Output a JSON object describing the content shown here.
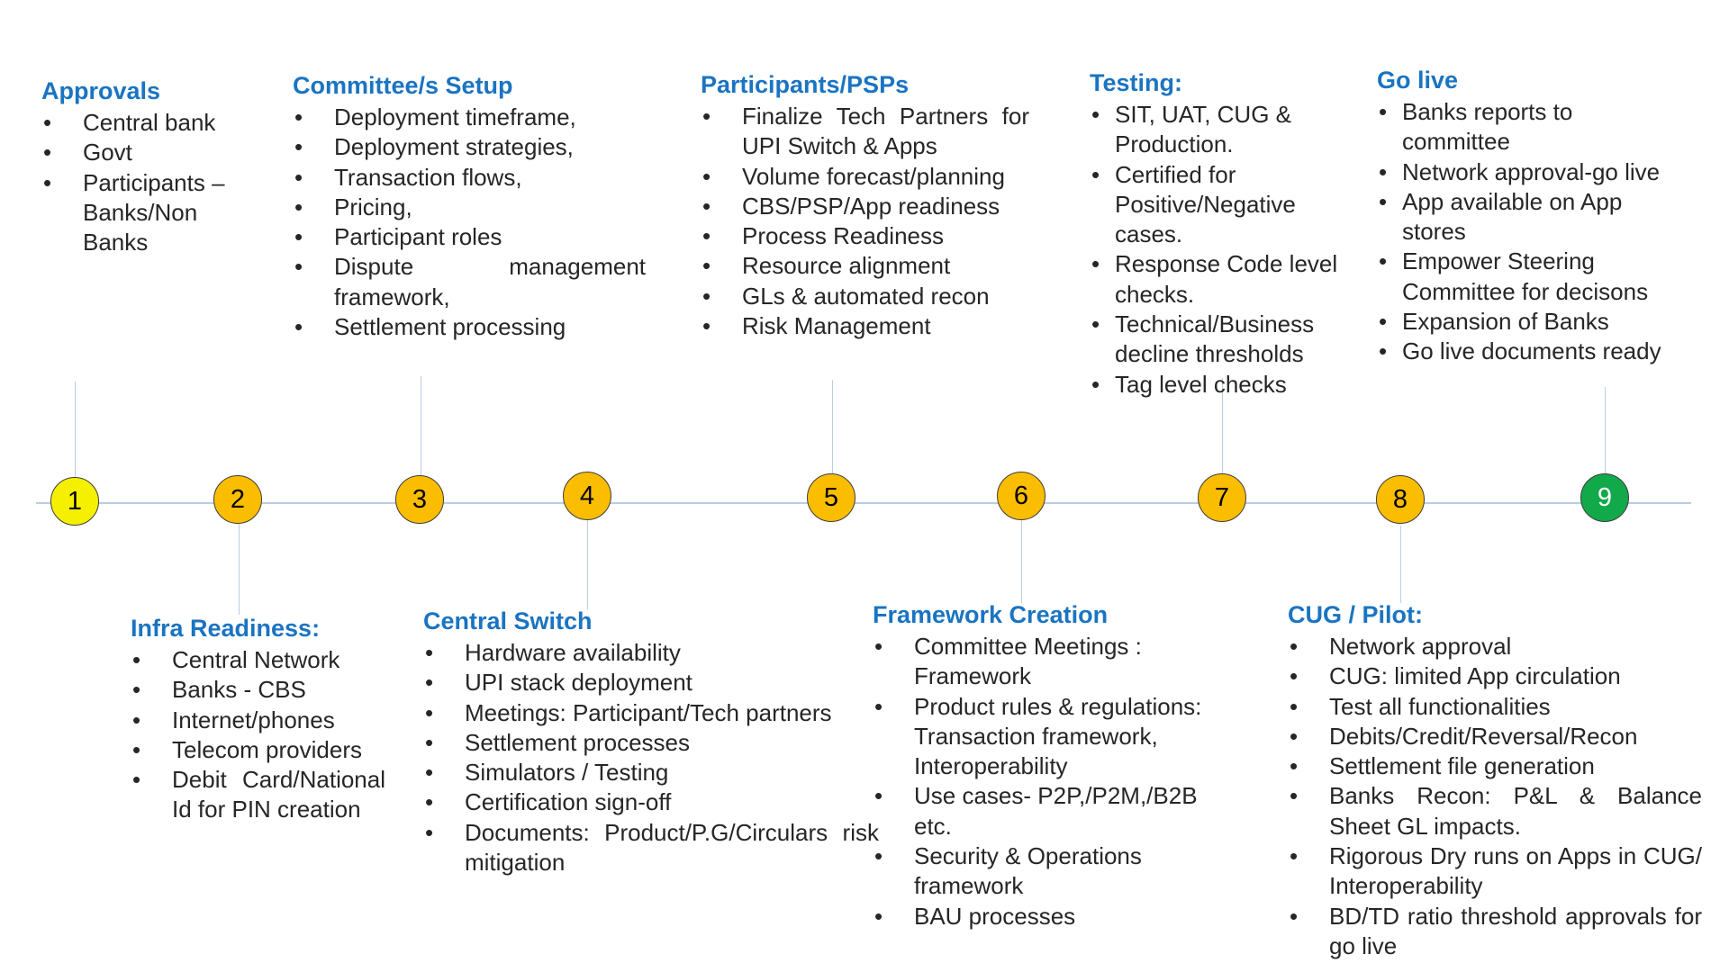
{
  "colors": {
    "heading": "#1a74c2",
    "axis": "#b9cde6",
    "node_start": "#f5f000",
    "node_default": "#fbbd00",
    "node_final": "#12a94a"
  },
  "nodes": [
    {
      "label": "1",
      "color": "#f5f000",
      "text_color": "#000000"
    },
    {
      "label": "2",
      "color": "#fbbd00",
      "text_color": "#000000"
    },
    {
      "label": "3",
      "color": "#fbbd00",
      "text_color": "#000000"
    },
    {
      "label": "4",
      "color": "#fbbd00",
      "text_color": "#000000"
    },
    {
      "label": "5",
      "color": "#fbbd00",
      "text_color": "#000000"
    },
    {
      "label": "6",
      "color": "#fbbd00",
      "text_color": "#000000"
    },
    {
      "label": "7",
      "color": "#fbbd00",
      "text_color": "#000000"
    },
    {
      "label": "8",
      "color": "#fbbd00",
      "text_color": "#000000"
    },
    {
      "label": "9",
      "color": "#12a94a",
      "text_color": "#ffffff"
    }
  ],
  "stages": {
    "approvals": {
      "title": "Approvals",
      "items": [
        "Central bank",
        "Govt",
        "Participants – Banks/Non Banks"
      ]
    },
    "infra": {
      "title": "Infra Readiness:",
      "items": [
        "Central Network",
        "Banks - CBS",
        "Internet/phones",
        "Telecom providers",
        "Debit Card/National Id for PIN creation"
      ]
    },
    "committee": {
      "title": "Committee/s Setup",
      "items": [
        "Deployment timeframe,",
        "Deployment strategies,",
        "Transaction flows,",
        "Pricing,",
        "Participant roles",
        "Dispute management framework,",
        "Settlement processing"
      ]
    },
    "switch": {
      "title": "Central Switch",
      "items": [
        "Hardware availability",
        "UPI stack deployment",
        "Meetings: Participant/Tech partners",
        "Settlement processes",
        "Simulators / Testing",
        "Certification sign-off",
        "Documents: Product/P.G/Circulars risk mitigation"
      ]
    },
    "participants": {
      "title": "Participants/PSPs",
      "items": [
        "Finalize Tech Partners for UPI Switch & Apps",
        "Volume forecast/planning",
        "CBS/PSP/App readiness",
        "Process Readiness",
        "Resource alignment",
        "GLs & automated recon",
        "Risk Management"
      ]
    },
    "framework": {
      "title": "Framework Creation",
      "items": [
        "Committee Meetings : Framework",
        "Product rules & regulations: Transaction framework, Interoperability",
        "Use cases- P2P,/P2M,/B2B etc.",
        "Security & Operations framework",
        "BAU processes"
      ]
    },
    "testing": {
      "title": "Testing:",
      "items": [
        "SIT, UAT, CUG & Production.",
        "Certified for Positive/Negative cases.",
        "Response Code level checks.",
        "Technical/Business decline thresholds",
        "Tag level checks"
      ]
    },
    "cug": {
      "title": "CUG / Pilot:",
      "items": [
        "Network approval",
        "CUG: limited App circulation",
        "Test all functionalities",
        "Debits/Credit/Reversal/Recon",
        "Settlement file generation",
        "Banks Recon: P&L & Balance Sheet GL impacts.",
        "Rigorous Dry runs on Apps in CUG/ Interoperability",
        "BD/TD ratio threshold approvals for go live"
      ]
    },
    "golive": {
      "title": "Go live",
      "items": [
        "Banks reports to committee",
        "Network approval-go live",
        "App available on App stores",
        "Empower Steering Committee for decisons",
        "Expansion of Banks",
        "Go live documents ready"
      ]
    }
  }
}
